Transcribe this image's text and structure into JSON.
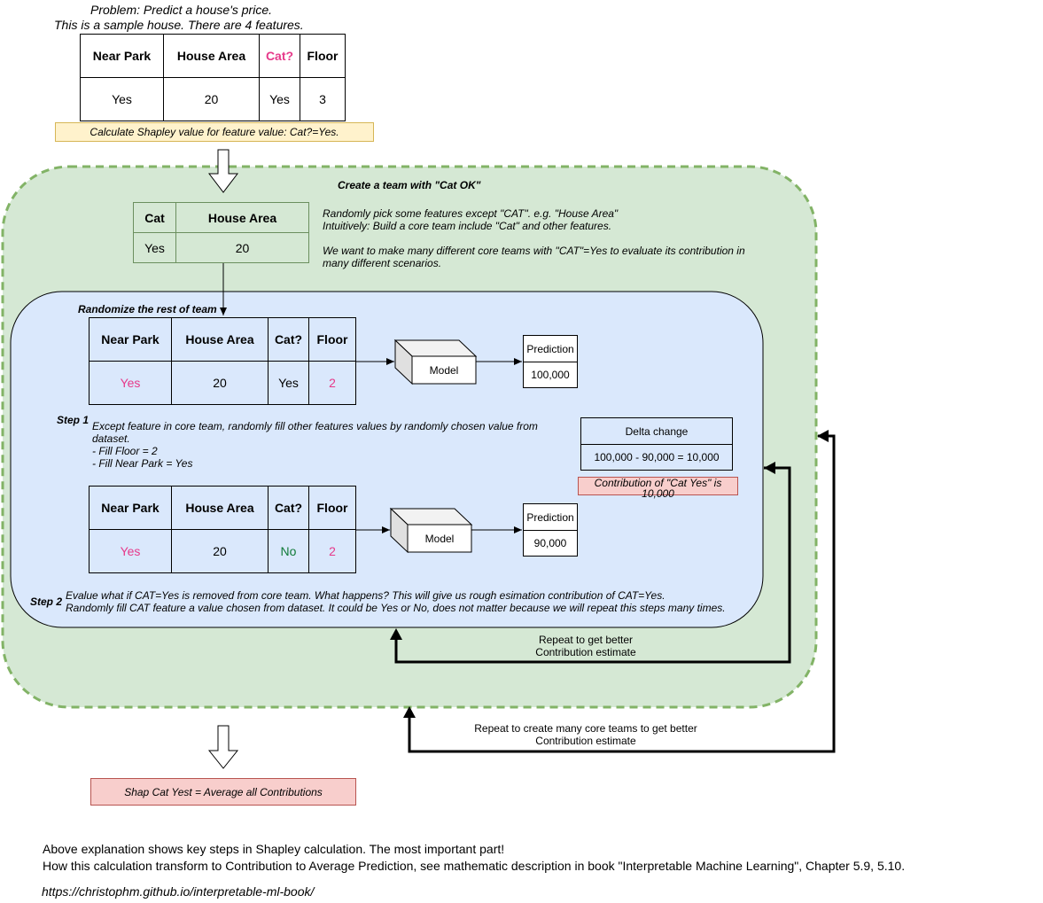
{
  "header": {
    "problem": "Problem: Predict a house's price.",
    "sample": "This is a sample house. There are 4 features."
  },
  "sample_table": {
    "headers": [
      "Near Park",
      "House Area",
      "Cat?",
      "Floor"
    ],
    "values": [
      "Yes",
      "20",
      "Yes",
      "3"
    ]
  },
  "task_note": "Calculate Shapley value for feature value: Cat?=Yes.",
  "outer_group": {
    "title": "Create a team with \"Cat OK\"",
    "core_table": {
      "headers": [
        "Cat",
        "House Area"
      ],
      "values": [
        "Yes",
        "20"
      ]
    },
    "desc_line1": "Randomly pick some features except \"CAT\". e.g. \"House Area\"",
    "desc_line2": "Intuitively: Build a core team include \"Cat\" and other features.",
    "desc_line3": "We want to make many different core teams with \"CAT\"=Yes to evaluate its contribution in",
    "desc_line4": "many different scenarios."
  },
  "inner_group": {
    "title": "Randomize the rest of team",
    "table1": {
      "headers": [
        "Near Park",
        "House Area",
        "Cat?",
        "Floor"
      ],
      "values": [
        "Yes",
        "20",
        "Yes",
        "2"
      ]
    },
    "model1": "Model",
    "prediction1": {
      "label": "Prediction",
      "value": "100,000"
    },
    "step1_label": "Step 1",
    "step1_line1": "Except  feature in core team, randomly fill other features values by randomly chosen value from",
    "step1_line2": "dataset.",
    "step1_line3": "- Fill Floor = 2",
    "step1_line4": "- Fill Near Park = Yes",
    "delta": {
      "label": "Delta change",
      "value": "100,000 - 90,000 = 10,000"
    },
    "contribution_line1": "Contribution of \"Cat Yes\" is",
    "contribution_line2": "10,000",
    "table2": {
      "headers": [
        "Near Park",
        "House Area",
        "Cat?",
        "Floor"
      ],
      "values": [
        "Yes",
        "20",
        "No",
        "2"
      ]
    },
    "model2": "Model",
    "prediction2": {
      "label": "Prediction",
      "value": "90,000"
    },
    "step2_label": "Step 2",
    "step2_line1": "Evalue what if CAT=Yes is removed from core team. What happens? This will give us rough esimation contribution of CAT=Yes.",
    "step2_line2": "Randomly fill CAT feature a value chosen from dataset. It could be Yes or No, does not matter because we will repeat this steps many times."
  },
  "loops": {
    "inner_line1": "Repeat to get better",
    "inner_line2": "Contribution estimate",
    "outer_line1": "Repeat to create many core teams to get better",
    "outer_line2": "Contribution estimate"
  },
  "result": "Shap Cat Yest = Average all Contributions",
  "footer": {
    "line1": "Above explanation shows key steps in Shapley calculation. The most important part!",
    "line2": "How this calculation transform to Contribution to Average Prediction, see mathematic description in book \"Interpretable Machine Learning\", Chapter 5.9, 5.10.",
    "link": "https://christophm.github.io/interpretable-ml-book/"
  },
  "colors": {
    "outer_fill": "#d5e8d4",
    "outer_border": "#82b366",
    "inner_fill": "#dae8fc",
    "note_fill": "#fff2cc",
    "result_fill": "#f8cecc",
    "highlight_pink": "#e6398a",
    "changed_green": "#107a37"
  }
}
